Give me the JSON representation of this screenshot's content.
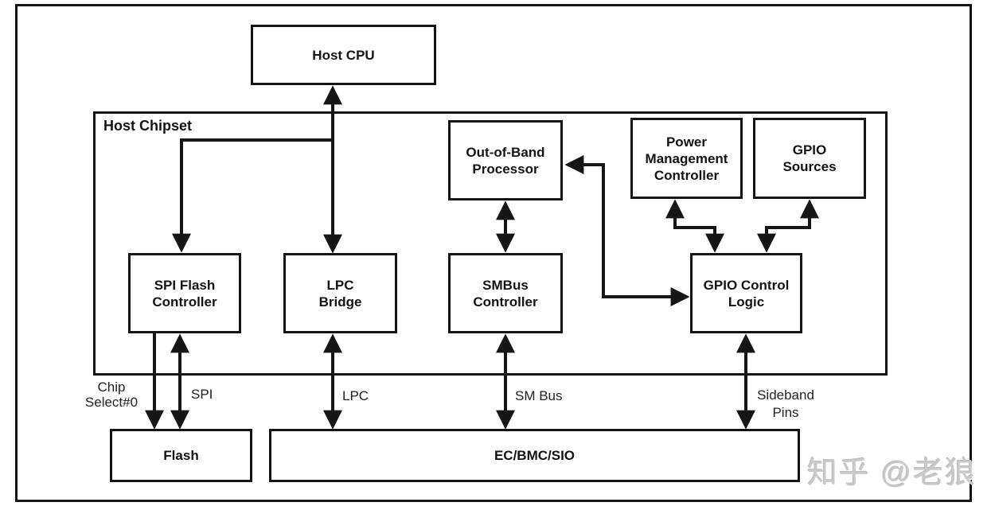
{
  "chipset": {
    "label": "Host Chipset"
  },
  "boxes": {
    "host_cpu": {
      "label": "Host CPU"
    },
    "oob_processor": {
      "label": "Out-of-Band\nProcessor"
    },
    "power_mgmt": {
      "label": "Power\nManagement\nController"
    },
    "gpio_sources": {
      "label": "GPIO\nSources"
    },
    "spi_flash_controller": {
      "label": "SPI Flash\nController"
    },
    "lpc_bridge": {
      "label": "LPC\nBridge"
    },
    "smbus_controller": {
      "label": "SMBus\nController"
    },
    "gpio_control_logic": {
      "label": "GPIO Control\nLogic"
    },
    "flash": {
      "label": "Flash"
    },
    "ec_bmc_sio": {
      "label": "EC/BMC/SIO"
    }
  },
  "bus_labels": {
    "chip_select": "Chip\nSelect#0",
    "spi": "SPI",
    "lpc": "LPC",
    "sm_bus": "SM Bus",
    "sideband": "Sideband\nPins"
  },
  "watermark": {
    "text": "知乎 @老狼"
  },
  "colors": {
    "line": "#161616",
    "box_border": "#141414",
    "watermark": "#c9c9c9",
    "background": "#ffffff"
  }
}
